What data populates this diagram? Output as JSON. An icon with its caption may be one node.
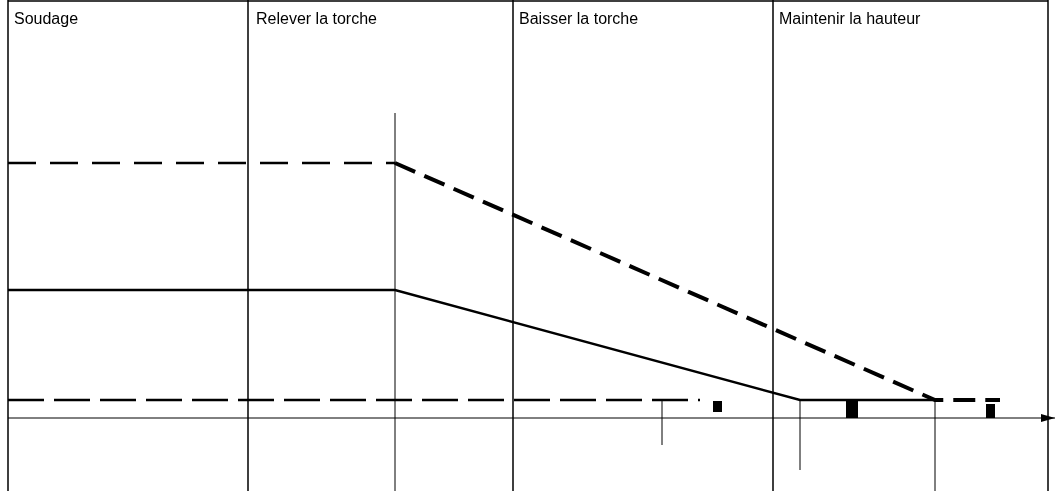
{
  "diagram": {
    "labels": [
      "Soudage",
      "Relever la torche",
      "Baisser la torche",
      "Maintenir la hauteur"
    ]
  }
}
